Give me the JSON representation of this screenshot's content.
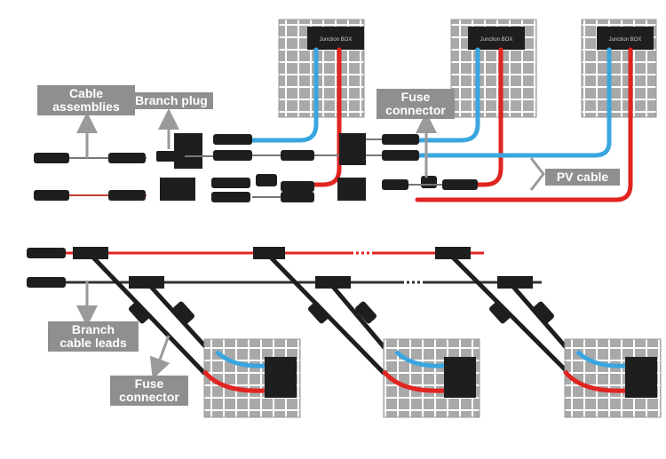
{
  "labels": {
    "cable_assemblies": [
      "Cable",
      "assemblies"
    ],
    "branch_plug": "Branch plug",
    "fuse_connector_top": [
      "Fuse",
      "connector"
    ],
    "pv_cable": "PV cable",
    "branch_cable_leads": [
      "Branch",
      "cable leads"
    ],
    "fuse_connector_bottom": [
      "Fuse",
      "connector"
    ]
  },
  "panels": {
    "junction_box_label": "Junction BOX"
  },
  "colors": {
    "positive_cable": "#e02420",
    "negative_cable": "#3aa6e0",
    "label_background": "#8f8f8f",
    "panel_cell": "#a9a9a9",
    "connector": "#1e1e1e"
  }
}
